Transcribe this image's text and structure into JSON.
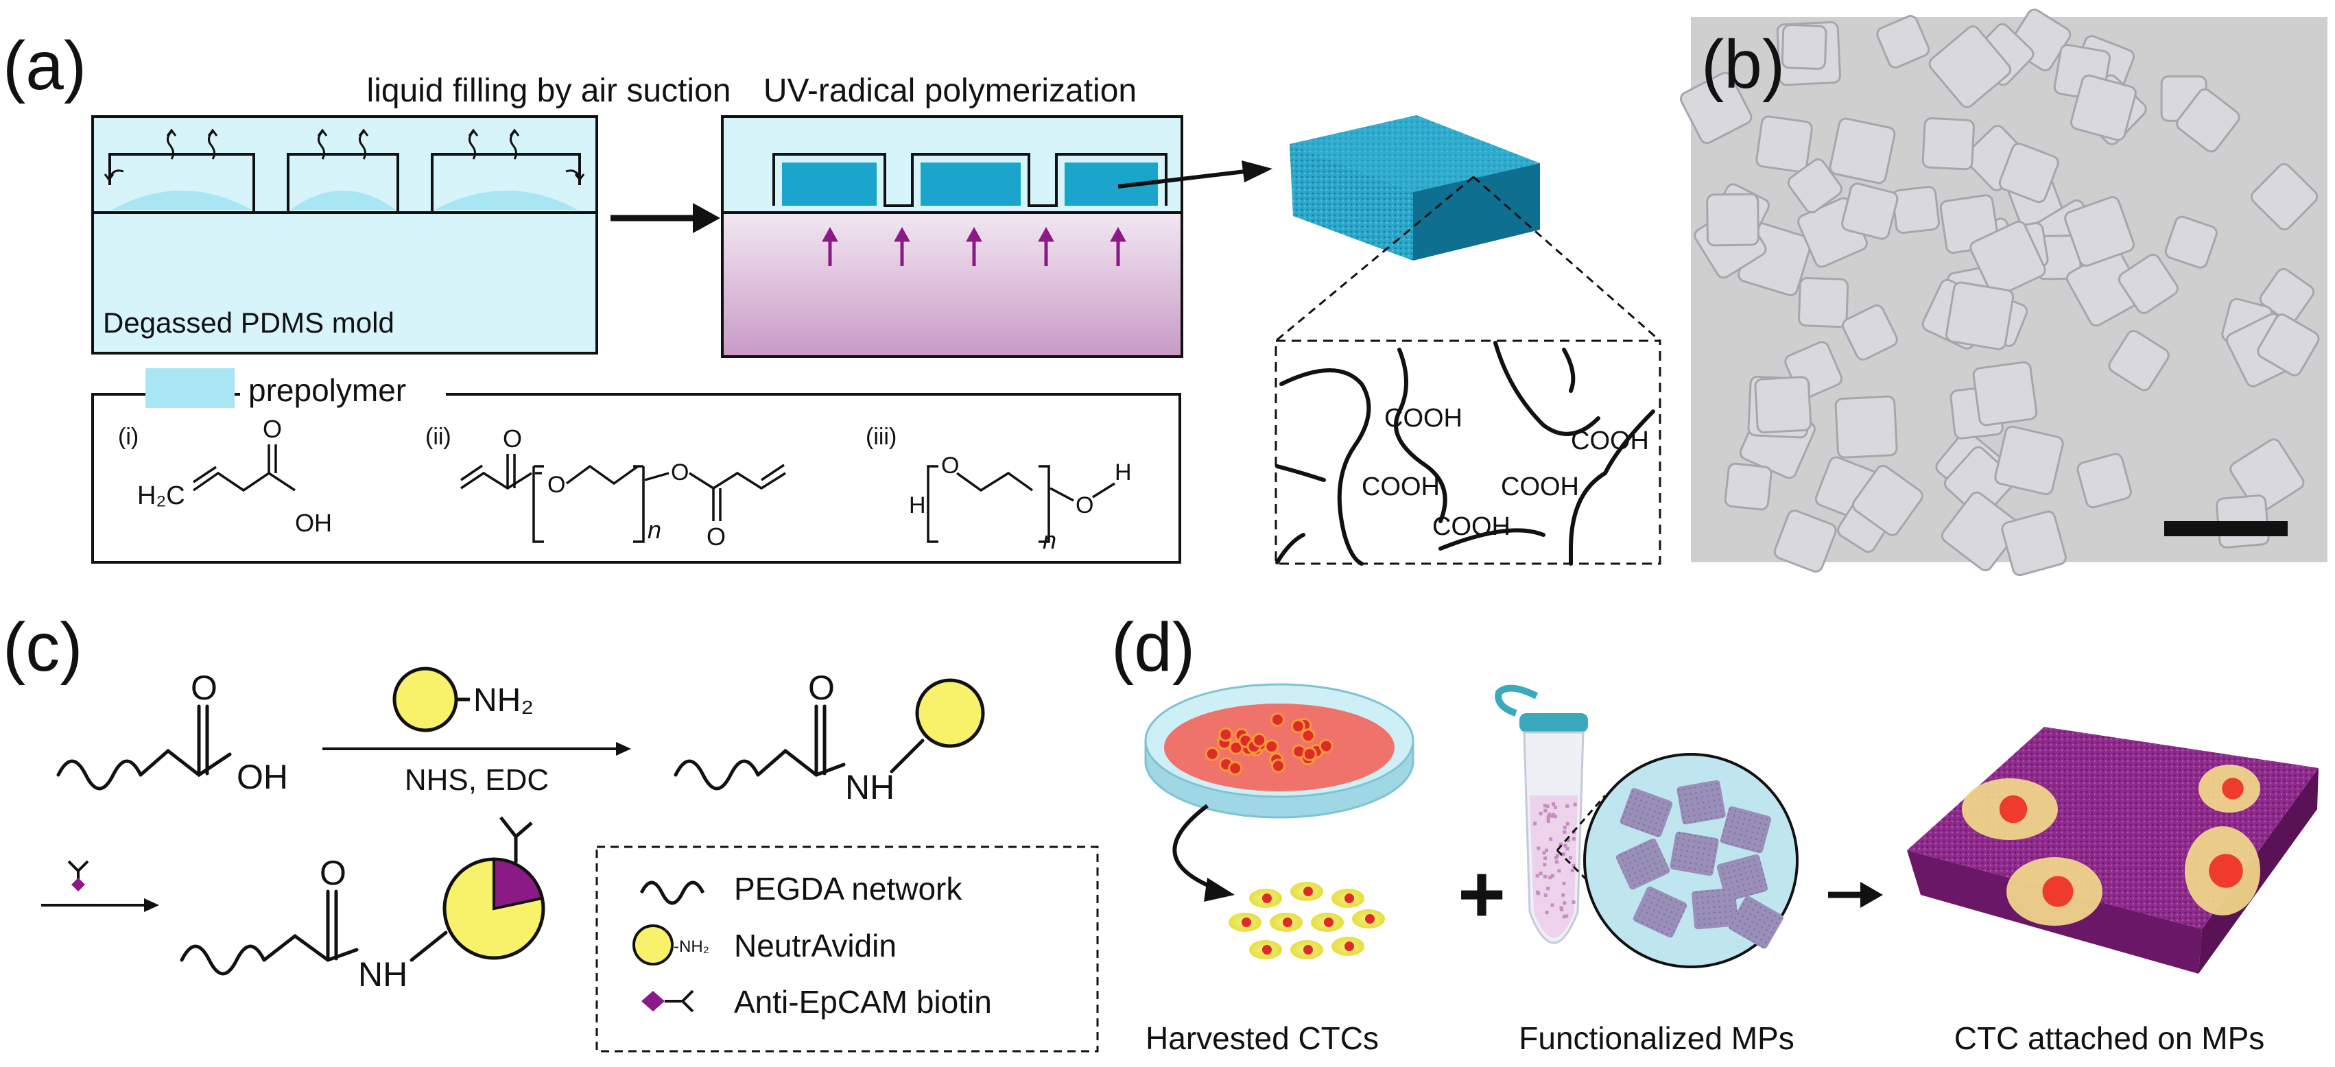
{
  "panel_a": {
    "label": "(a)",
    "step1_title": "liquid filling by air suction",
    "step1_mold_label": "Degassed PDMS mold",
    "step2_title": "UV-radical polymerization",
    "legend_label": "prepolymer",
    "components": [
      {
        "roman": "(i)",
        "formula": "H₂C",
        "oh": "OH",
        "o": "O"
      },
      {
        "roman": "(ii)",
        "n": "n",
        "o_ring": "O",
        "o_ester": "O",
        "o_carbonyl1": "O",
        "o_carbonyl2": "O"
      },
      {
        "roman": "(iii)",
        "h_left": "H",
        "h_right": "H",
        "o_left": "O",
        "o_right": "O",
        "n": "n"
      }
    ],
    "network_labels": [
      "COOH",
      "COOH",
      "COOH",
      "COOH",
      "COOH"
    ],
    "colors": {
      "prepolymer": "#a8e6f3",
      "particle": "#1ca5cc",
      "uv_arrow": "#8b1a86",
      "uv_gradient_end": "#c99ac6"
    }
  },
  "panel_b": {
    "label": "(b)"
  },
  "panel_c": {
    "label": "(c)",
    "reagent_nh2": "NH₂",
    "conditions": "NHS, EDC",
    "oh": "OH",
    "o_top": "O",
    "nh": "NH",
    "legend": [
      {
        "icon": "wavy-line",
        "text": "PEGDA network"
      },
      {
        "icon": "yellow-circle-nh2",
        "text": "NeutrAvidin",
        "sub": "-NH₂"
      },
      {
        "icon": "antibody",
        "text": "Anti-EpCAM biotin"
      }
    ],
    "colors": {
      "neutravidin": "#f7f26a",
      "biotin": "#8b1a86"
    }
  },
  "panel_d": {
    "label": "(d)",
    "captions": [
      "Harvested CTCs",
      "Functionalized MPs",
      "CTC attached on MPs"
    ],
    "plus": "+",
    "colors": {
      "dish_medium": "#f0736b",
      "cell": "#e8e24a",
      "nucleus": "#e02a2a",
      "particle": "#8b2a8a",
      "tube": "#3aa8bd"
    }
  }
}
